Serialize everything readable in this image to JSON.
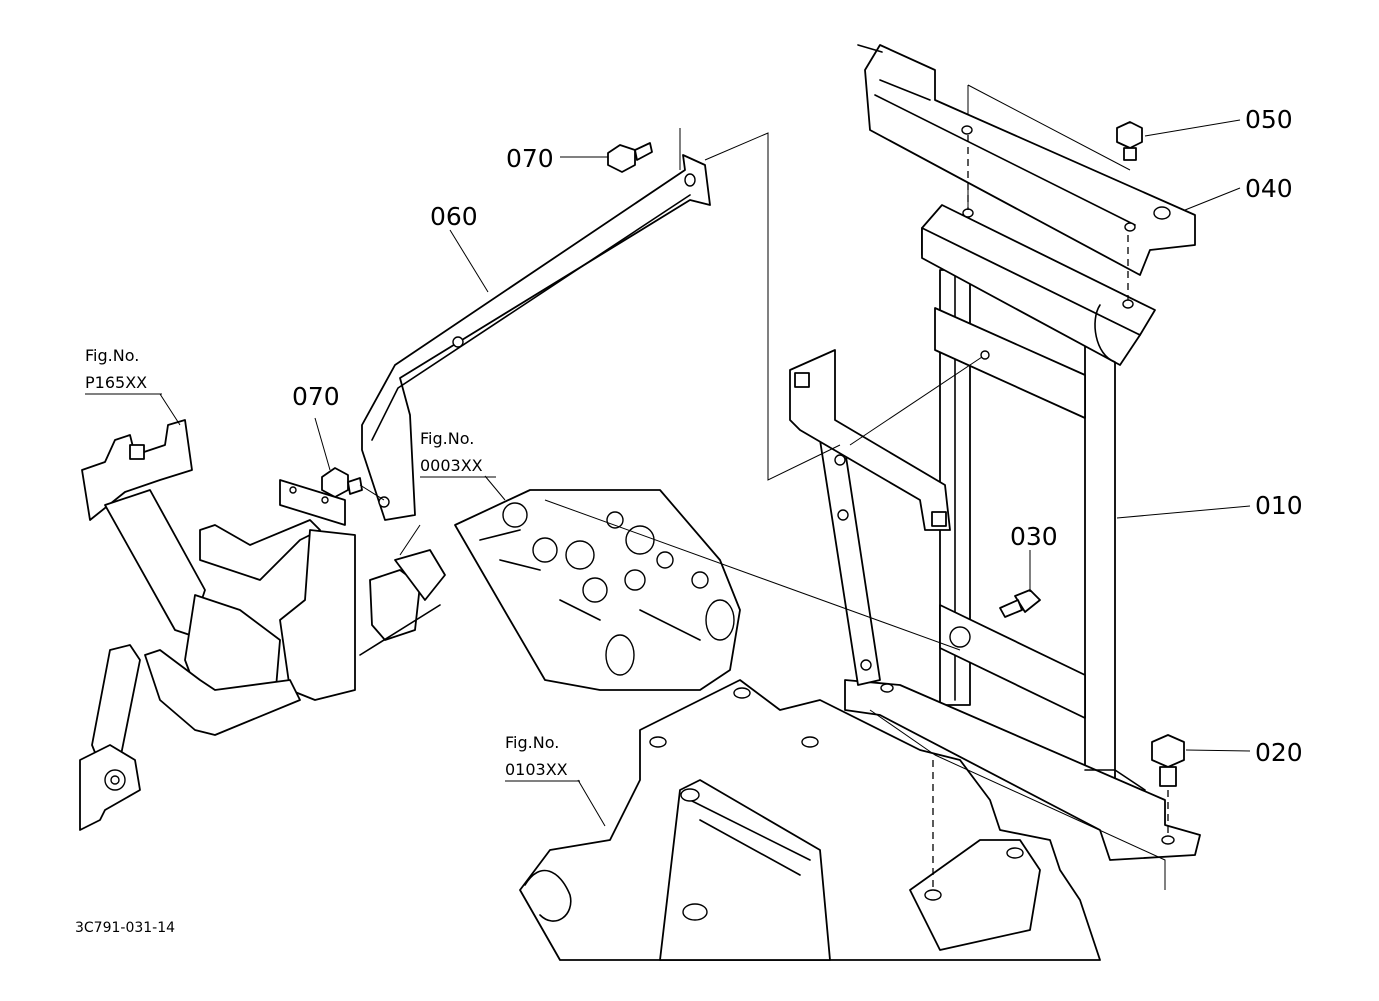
{
  "callouts": {
    "c050": "050",
    "c040": "040",
    "c070_top": "070",
    "c060": "060",
    "c070_mid": "070",
    "c010": "010",
    "c030": "030",
    "c020": "020"
  },
  "figure_refs": {
    "p165": {
      "label": "Fig.No.",
      "number": "P165XX"
    },
    "f0003": {
      "label": "Fig.No.",
      "number": "0003XX"
    },
    "f0103": {
      "label": "Fig.No.",
      "number": "0103XX"
    }
  },
  "diagram_code": "3C791-031-14"
}
